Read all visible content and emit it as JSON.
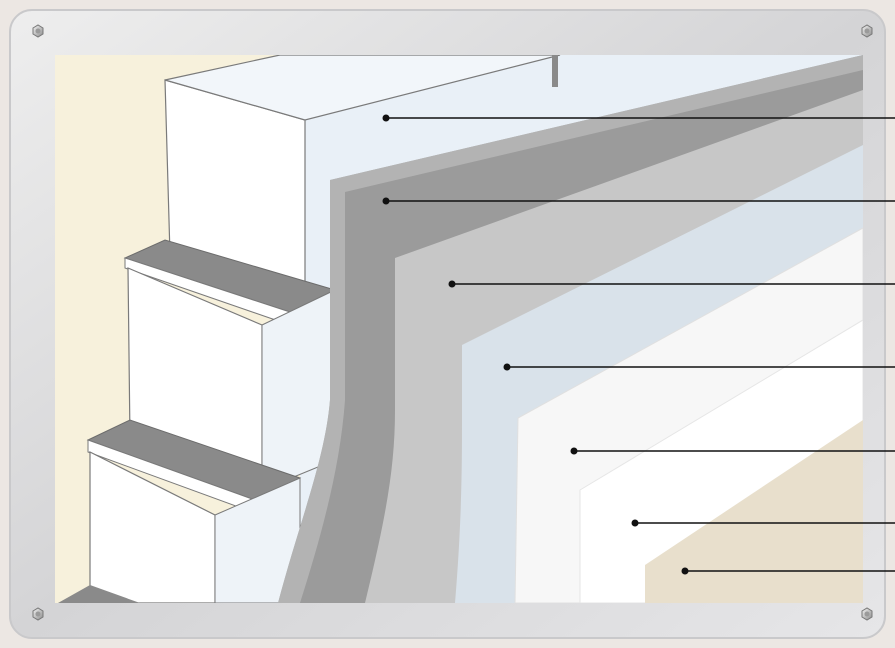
{
  "diagram": {
    "layers": [
      {
        "name": "masonry-block-wall",
        "color": "#e9f0f7"
      },
      {
        "name": "dark-grey-base-layer",
        "color": "#9b9b9b"
      },
      {
        "name": "light-grey-layer",
        "color": "#c7c7c7"
      },
      {
        "name": "pale-blue-layer",
        "color": "#d9e2ea"
      },
      {
        "name": "textured-white-layer",
        "color": "#f7f7f7"
      },
      {
        "name": "smooth-white-layer",
        "color": "#ffffff"
      },
      {
        "name": "beige-finish-layer",
        "color": "#e8dfcc"
      }
    ],
    "callout_count": 7
  },
  "colors": {
    "plate": "#d8d8da",
    "frame_bg": "#ece7e3",
    "mortar": "#8a8a8a",
    "leader_line": "#111111",
    "cream_wall": "#f7f1dc"
  },
  "icons": [
    "hex-bolt-icon"
  ]
}
